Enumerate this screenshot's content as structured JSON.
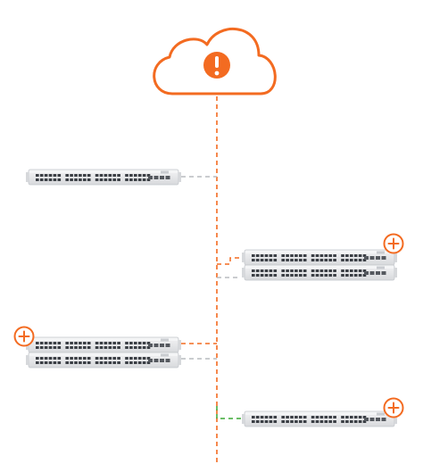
{
  "diagram": {
    "cloud": {
      "icon": "alert-exclamation-icon",
      "status": "error"
    },
    "switches": [
      {
        "id": "switch-1",
        "stack": false,
        "badge": null
      },
      {
        "id": "switch-2-stack",
        "stack": true,
        "badge": "plus-icon"
      },
      {
        "id": "switch-3-stack",
        "stack": true,
        "badge": "plus-icon"
      },
      {
        "id": "switch-4",
        "stack": false,
        "badge": "plus-icon"
      }
    ],
    "links": [
      {
        "from": "switch-1",
        "to": "cloud",
        "status": "inactive"
      },
      {
        "from": "switch-2-stack-top",
        "to": "cloud",
        "status": "down"
      },
      {
        "from": "switch-2-stack-bottom",
        "to": "cloud",
        "status": "inactive"
      },
      {
        "from": "switch-3-stack-top",
        "to": "cloud",
        "status": "down"
      },
      {
        "from": "switch-3-stack-bottom",
        "to": "cloud",
        "status": "inactive"
      },
      {
        "from": "switch-4",
        "to": "cloud",
        "status": "up"
      }
    ]
  },
  "colors": {
    "accent": "#f36b21",
    "link_inactive": "#b8bbbf",
    "link_up": "#3aa935",
    "switch_body": "#e8e9eb"
  }
}
